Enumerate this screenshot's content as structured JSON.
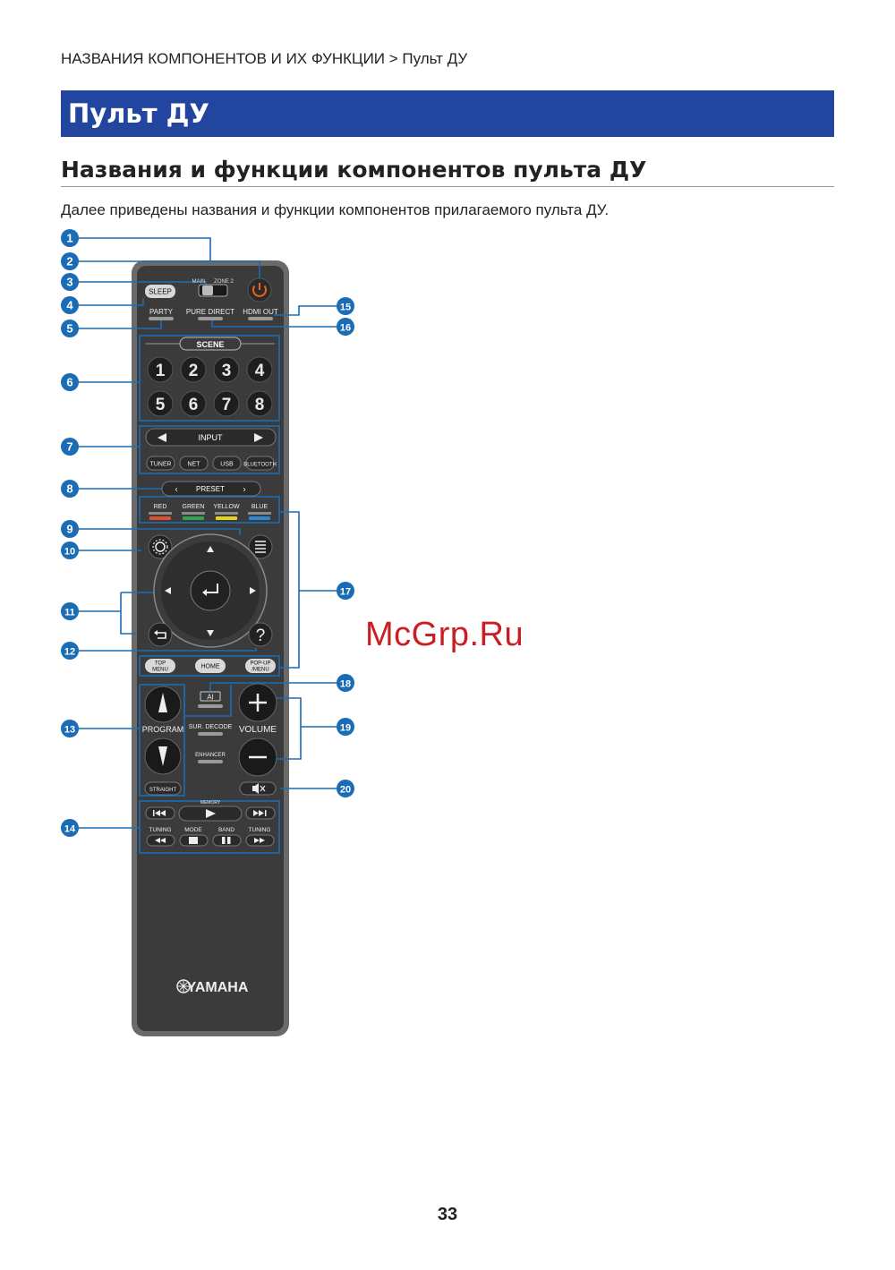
{
  "breadcrumb": "НАЗВАНИЯ КОМПОНЕНТОВ И ИХ ФУНКЦИИ > Пульт ДУ",
  "title": "Пульт ДУ",
  "section_heading": "Названия и функции компонентов пульта ДУ",
  "intro": "Далее приведены названия и функции компонентов прилагаемого пульта ДУ.",
  "callouts": [
    "1",
    "2",
    "3",
    "4",
    "5",
    "6",
    "7",
    "8",
    "9",
    "10",
    "11",
    "12",
    "13",
    "14",
    "15",
    "16",
    "17",
    "18",
    "19",
    "20"
  ],
  "remote": {
    "main_label": "MAIN",
    "zone2_label": "ZONE 2",
    "sleep": "SLEEP",
    "party": "PARTY",
    "pure_direct": "PURE DIRECT",
    "hdmi_out": "HDMI OUT",
    "scene": "SCENE",
    "scene_numbers": [
      "1",
      "2",
      "3",
      "4",
      "5",
      "6",
      "7",
      "8"
    ],
    "input": "INPUT",
    "inputs": [
      "TUNER",
      "NET",
      "USB",
      "BLUETOOTH"
    ],
    "preset": "PRESET",
    "colors": [
      "RED",
      "GREEN",
      "YELLOW",
      "BLUE"
    ],
    "color_hex": [
      "#e0502a",
      "#2aa84a",
      "#e8d21e",
      "#2a8ad8"
    ],
    "help": "?",
    "top_menu": [
      "TOP",
      "MENU"
    ],
    "home": "HOME",
    "popup_menu": [
      "POP-UP",
      "/MENU"
    ],
    "ai": "AI",
    "program": "PROGRAM",
    "volume": "VOLUME",
    "sur_decode": "SUR. DECODE",
    "enhancer": "ENHANCER",
    "straight": "STRAIGHT",
    "memory": "MEMORY",
    "tuning": "TUNING",
    "mode": "MODE",
    "band": "BAND",
    "brand": "YAMAHA",
    "accent_orange": "#e8641e",
    "callout_blue": "#1a6cb4"
  },
  "watermark": "McGrp.Ru",
  "page_number": "33"
}
